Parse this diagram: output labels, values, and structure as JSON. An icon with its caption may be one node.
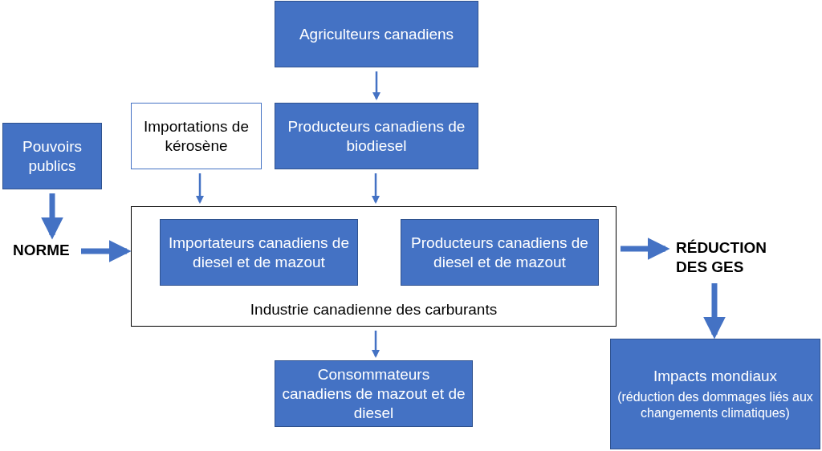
{
  "diagram": {
    "nodes": [
      {
        "text": [
          "Agriculteurs canadiens"
        ]
      },
      {
        "text": [
          "Importations de kérosène"
        ]
      },
      {
        "text": [
          "Producteurs canadiens de biodiesel"
        ]
      },
      {
        "text": [
          "Pouvoirs publics"
        ]
      },
      {
        "text": [
          "NORME"
        ]
      },
      {
        "text": [
          "Industrie canadienne des carburants"
        ]
      },
      {
        "text": [
          "Importateurs canadiens de diesel et de mazout"
        ],
        "in": 5
      },
      {
        "text": [
          "Producteurs canadiens de diesel et de mazout"
        ],
        "in": 5
      },
      {
        "text": [
          "RÉDUCTION DES GES"
        ]
      },
      {
        "text": [
          "Consommateurs canadiens de mazout et de diesel"
        ]
      },
      {
        "text": [
          "Impacts mondiaux",
          "(réduction des dommages liés aux changements climatiques)"
        ]
      }
    ],
    "edges": [
      {
        "from": 0,
        "to": 2,
        "arrow": "to"
      },
      {
        "from": 1,
        "to": 5,
        "arrow": "to"
      },
      {
        "from": 2,
        "to": 5,
        "arrow": "to"
      },
      {
        "from": 3,
        "to": 4,
        "arrow": "to",
        "style": "thick"
      },
      {
        "from": 4,
        "to": 5,
        "arrow": "to",
        "style": "thick"
      },
      {
        "from": 5,
        "to": 8,
        "arrow": "to",
        "style": "thick"
      },
      {
        "from": 8,
        "to": 10,
        "arrow": "to",
        "style": "thick"
      },
      {
        "from": 5,
        "to": 9,
        "arrow": "to"
      }
    ]
  }
}
